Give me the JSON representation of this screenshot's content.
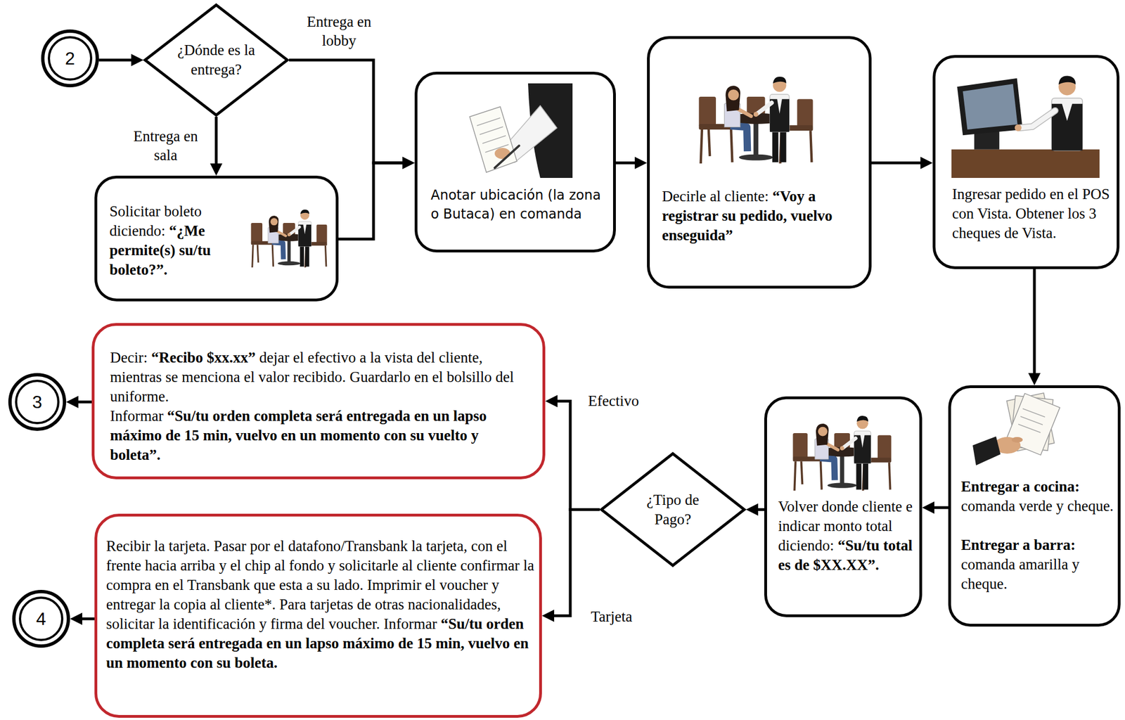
{
  "diagram": {
    "nodes": [
      {
        "text": [
          "2"
        ]
      },
      {
        "text": [
          "¿Dónde es la entrega?"
        ]
      },
      {
        "text": [
          "Solicitar boleto diciendo:",
          "“¿Me permite(s) su/tu boleto?”."
        ]
      },
      {
        "text": [
          "Anotar ubicación (la zona o Butaca) en comanda"
        ]
      },
      {
        "text": [
          "Decirle al cliente:",
          "“Voy a registrar su pedido, vuelvo enseguida”"
        ]
      },
      {
        "text": [
          "Ingresar pedido en el POS con Vista. Obtener los 3 cheques de Vista."
        ]
      },
      {
        "text": [
          "Entregar a cocina:",
          "comanda verde y cheque.",
          "Entregar a barra:",
          "comanda amarilla y cheque."
        ]
      },
      {
        "text": [
          "Volver donde cliente e indicar monto total diciendo:",
          "“Su/tu total es de $XX.XX”."
        ]
      },
      {
        "text": [
          "¿Tipo de Pago?"
        ]
      },
      {
        "text": [
          "Decir:",
          "“Recibo $xx.xx”",
          "dejar el efectivo a la vista del cliente, mientras se menciona el valor recibido. Guardarlo en el bolsillo del uniforme.",
          "Informar",
          "“Su/tu orden completa será entregada en un lapso máximo de 15 min, vuelvo en un momento con su vuelto y boleta”."
        ]
      },
      {
        "text": [
          "3"
        ]
      },
      {
        "text": [
          "Recibir la tarjeta. Pasar por el datafono/Transbank la tarjeta, con el frente hacia arriba y el chip al fondo y solicitarle al cliente confirmar la compra en el Transbank que esta a su lado. Imprimir el voucher y entregar la copia al cliente*. Para tarjetas de otras nacionalidades, solicitar la identificación y firma del voucher. Informar",
          "“Su/tu orden completa será entregada en un lapso máximo de 15 min, vuelvo en un momento con su boleta."
        ]
      },
      {
        "text": [
          "4"
        ]
      }
    ],
    "edges": [
      {
        "from": 0,
        "to": 1,
        "arrow": "to"
      },
      {
        "from": 1,
        "to": 3,
        "label": "Entrega en lobby",
        "arrow": "to"
      },
      {
        "from": 1,
        "to": 2,
        "label": "Entrega en sala",
        "arrow": "to"
      },
      {
        "from": 2,
        "to": 3,
        "arrow": "to"
      },
      {
        "from": 3,
        "to": 4,
        "arrow": "to"
      },
      {
        "from": 4,
        "to": 5,
        "arrow": "to"
      },
      {
        "from": 5,
        "to": 6,
        "arrow": "to"
      },
      {
        "from": 6,
        "to": 7,
        "arrow": "to"
      },
      {
        "from": 7,
        "to": 8,
        "arrow": "to"
      },
      {
        "from": 8,
        "to": 9,
        "label": "Efectivo",
        "arrow": "to"
      },
      {
        "from": 8,
        "to": 11,
        "label": "Tarjeta",
        "arrow": "to"
      },
      {
        "from": 9,
        "to": 10,
        "arrow": "to"
      },
      {
        "from": 11,
        "to": 12,
        "arrow": "to"
      }
    ]
  }
}
